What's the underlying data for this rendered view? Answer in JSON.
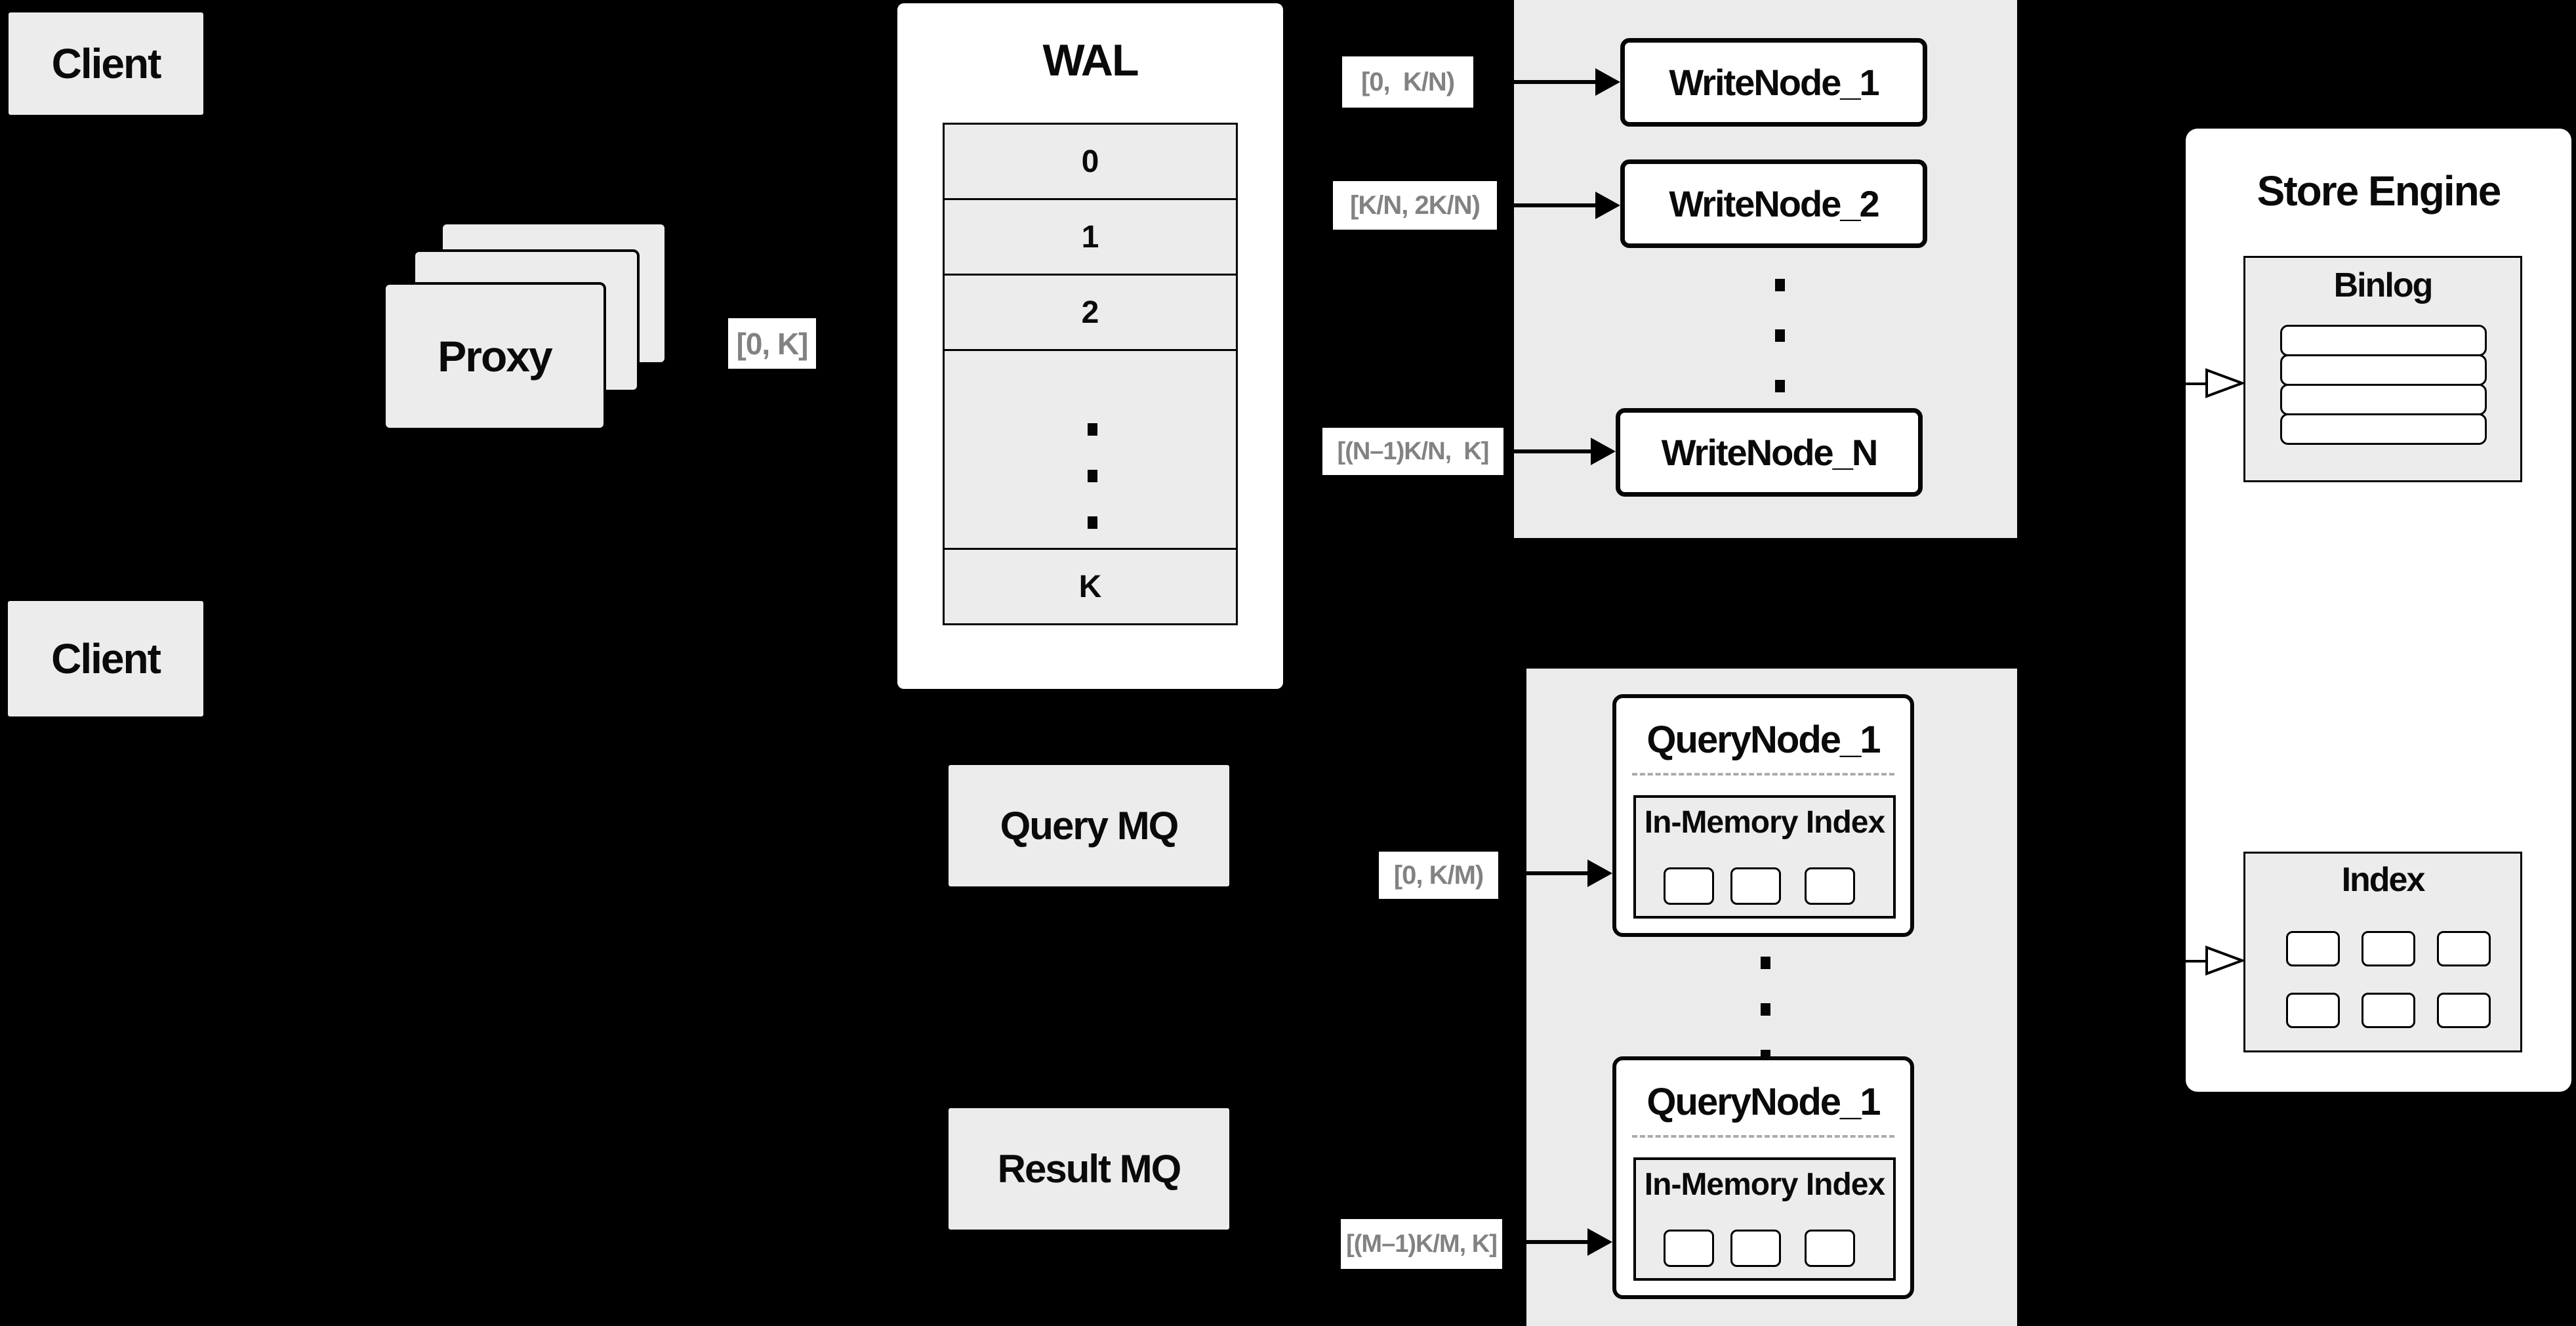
{
  "canvas": {
    "bg": "#000000"
  },
  "colors": {
    "panel_fill": "#ebebeb",
    "box_fill": "#ececec",
    "node_fill": "#ffffff",
    "line": "#000000",
    "edge_label_text": "#828282",
    "dash": "#ababab"
  },
  "client_top": {
    "label": "Client"
  },
  "client_bottom": {
    "label": "Client"
  },
  "proxy": {
    "label": "Proxy"
  },
  "edge_labels": {
    "proxy_out": "[0, K]",
    "write_1": "[0,  K/N)",
    "write_2": "[K/N, 2K/N)",
    "write_n": "[(N–1)K/N,  K]",
    "query_1": "[0, K/M)",
    "query_m": "[(M–1)K/M, K]"
  },
  "wal": {
    "title": "WAL",
    "segments": [
      "0",
      "1",
      "2"
    ],
    "last_segment": "K"
  },
  "write_cluster": {
    "node_1": "WriteNode_1",
    "node_2": "WriteNode_2",
    "node_n": "WriteNode_N"
  },
  "mq": {
    "query": "Query MQ",
    "result": "Result MQ"
  },
  "query_cluster": {
    "node_top": {
      "title": "QueryNode_1",
      "inmem_title": "In-Memory Index"
    },
    "node_bottom": {
      "title": "QueryNode_1",
      "inmem_title": "In-Memory Index"
    }
  },
  "store_engine": {
    "title": "Store Engine",
    "binlog_title": "Binlog",
    "index_title": "Index"
  }
}
